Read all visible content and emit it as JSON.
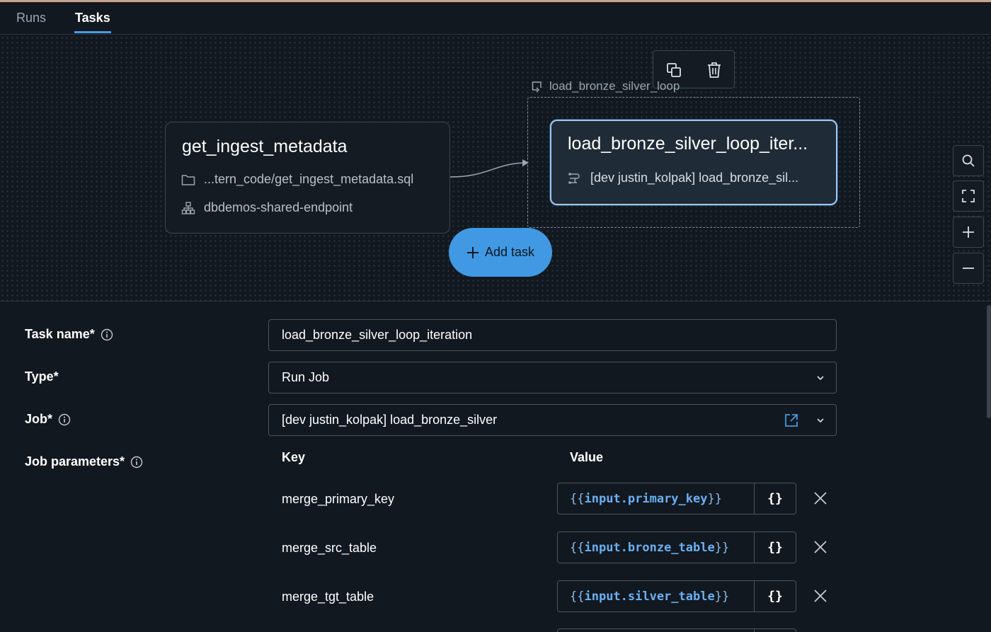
{
  "tabs": [
    {
      "label": "Runs",
      "active": false
    },
    {
      "label": "Tasks",
      "active": true
    }
  ],
  "graph": {
    "node_a": {
      "title": "get_ingest_metadata",
      "path": "...tern_code/get_ingest_metadata.sql",
      "warehouse": "dbdemos-shared-endpoint",
      "path_icon": "folder-icon",
      "warehouse_icon": "sitemap-icon"
    },
    "loop_label": "load_bronze_silver_loop",
    "node_b": {
      "title": "load_bronze_silver_loop_iter...",
      "job": "[dev justin_kolpak] load_bronze_sil...",
      "job_icon": "workflow-icon"
    },
    "add_task_label": "Add task",
    "toolbar_icons": [
      "copy-icon",
      "trash-icon"
    ],
    "zoom_icons": [
      "search-icon",
      "fit-view-icon",
      "zoom-in-icon",
      "zoom-out-icon"
    ]
  },
  "form": {
    "task_name_label": "Task name*",
    "task_name_value": "load_bronze_silver_loop_iteration",
    "type_label": "Type*",
    "type_value": "Run Job",
    "job_label": "Job*",
    "job_value": "[dev justin_kolpak] load_bronze_silver",
    "job_params_label": "Job parameters*",
    "key_header": "Key",
    "value_header": "Value",
    "params": [
      {
        "key": "merge_primary_key",
        "value": "input.primary_key"
      },
      {
        "key": "merge_src_table",
        "value": "input.bronze_table"
      },
      {
        "key": "merge_tgt_table",
        "value": "input.silver_table"
      }
    ],
    "dynamic_value_button": "{}"
  },
  "colors": {
    "accent": "#4199e3",
    "background": "#111820",
    "selected_node_border": "#9dc8f4"
  }
}
